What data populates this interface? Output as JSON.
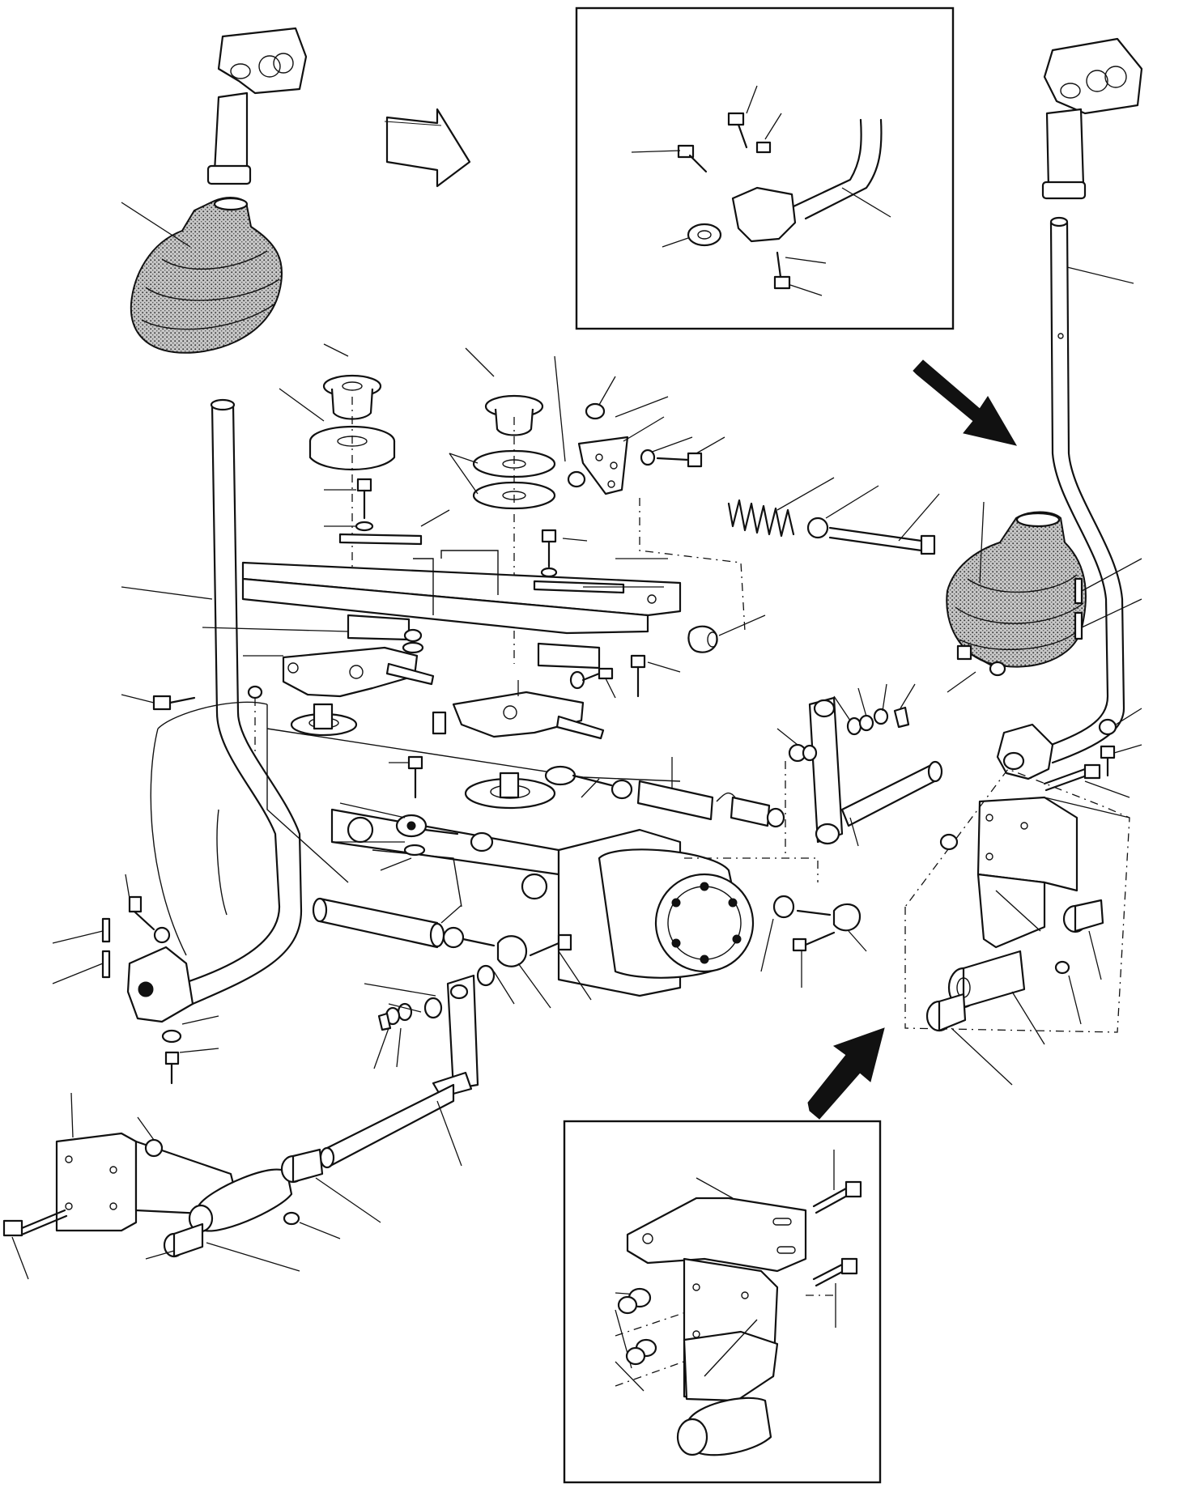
{
  "figure": {
    "kind": "exploded-parts-diagram",
    "has_text_labels": false,
    "callout_style": "unlabeled leader lines",
    "insets": 2,
    "direction_arrows": 3
  },
  "colors": {
    "ink": "#111111",
    "paper": "#ffffff",
    "stipple": "#8a8a8a"
  },
  "icons": [
    "left-control-lever-icon",
    "right-control-lever-icon",
    "rubber-boot-icon",
    "arrow-icon",
    "bracket-icon",
    "bolt-icon",
    "nut-icon",
    "spring-icon",
    "pump-icon"
  ]
}
